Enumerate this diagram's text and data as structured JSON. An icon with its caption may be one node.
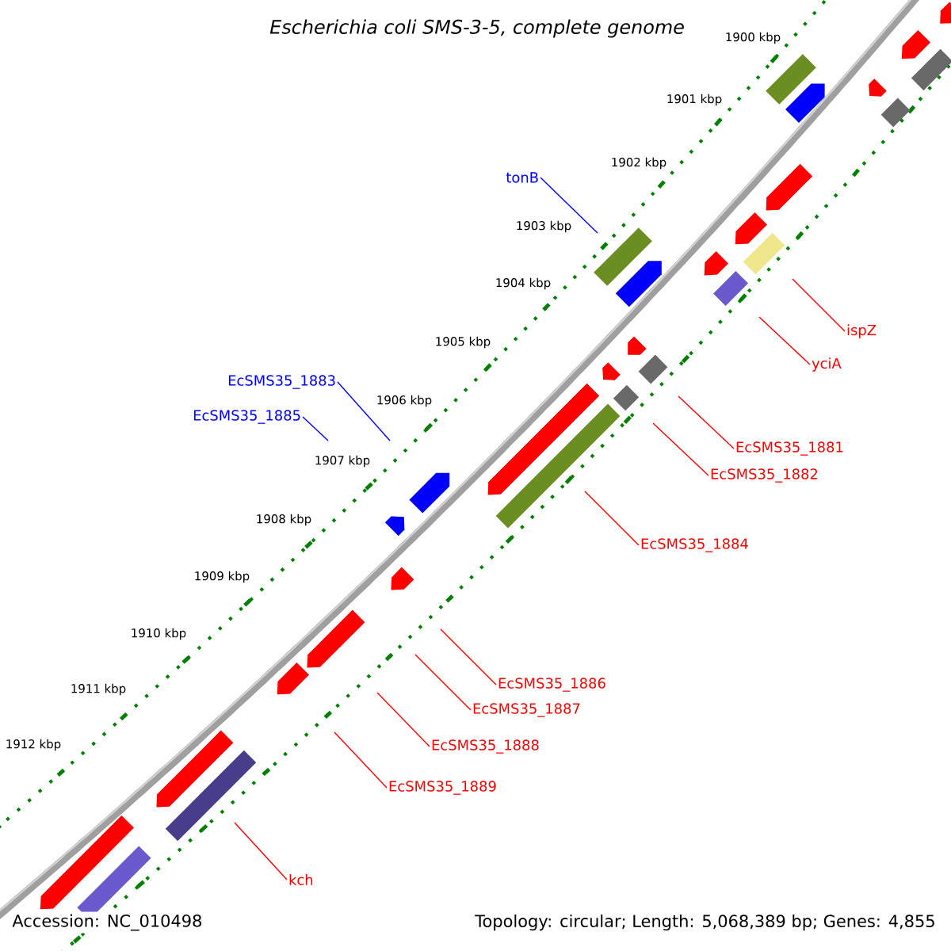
{
  "diagram": {
    "title": "Escherichia coli SMS-3-5, complete genome",
    "nodes": [
      {
        "text": [
          "tonB"
        ]
      },
      {
        "text": [
          "ispZ"
        ]
      },
      {
        "text": [
          "yciA"
        ]
      },
      {
        "text": [
          "EcSMS35_1883"
        ]
      },
      {
        "text": [
          "EcSMS35_1885"
        ]
      },
      {
        "text": [
          "EcSMS35_1881"
        ]
      },
      {
        "text": [
          "EcSMS35_1882"
        ]
      },
      {
        "text": [
          "EcSMS35_1884"
        ]
      },
      {
        "text": [
          "EcSMS35_1886"
        ]
      },
      {
        "text": [
          "EcSMS35_1887"
        ]
      },
      {
        "text": [
          "EcSMS35_1888"
        ]
      },
      {
        "text": [
          "EcSMS35_1889"
        ]
      },
      {
        "text": [
          "kch"
        ]
      }
    ],
    "edges": [
      {
        "from": 0,
        "to": null,
        "arrow": "none",
        "color": "#0000ff"
      },
      {
        "from": 1,
        "to": null,
        "arrow": "none"
      },
      {
        "from": 2,
        "to": null,
        "arrow": "none"
      },
      {
        "from": 3,
        "to": null,
        "arrow": "none",
        "color": "#0000ff"
      },
      {
        "from": 4,
        "to": null,
        "arrow": "none",
        "color": "#0000ff"
      },
      {
        "from": 5,
        "to": null,
        "arrow": "none"
      },
      {
        "from": 6,
        "to": null,
        "arrow": "none"
      },
      {
        "from": 7,
        "to": null,
        "arrow": "none"
      },
      {
        "from": 8,
        "to": null,
        "arrow": "none"
      },
      {
        "from": 9,
        "to": null,
        "arrow": "none"
      },
      {
        "from": 10,
        "to": null,
        "arrow": "none"
      },
      {
        "from": 11,
        "to": null,
        "arrow": "none"
      },
      {
        "from": 12,
        "to": null,
        "arrow": "none"
      }
    ],
    "labels": [
      "1900 kbp",
      "1901 kbp",
      "1902 kbp",
      "1903 kbp",
      "1904 kbp",
      "1905 kbp",
      "1906 kbp",
      "1907 kbp",
      "1908 kbp",
      "1909 kbp",
      "1910 kbp",
      "1911 kbp",
      "1912 kbp",
      "Accession: NC_010498",
      "Topology: circular; Length: 5,068,389 bp; Genes: 4,855"
    ]
  }
}
